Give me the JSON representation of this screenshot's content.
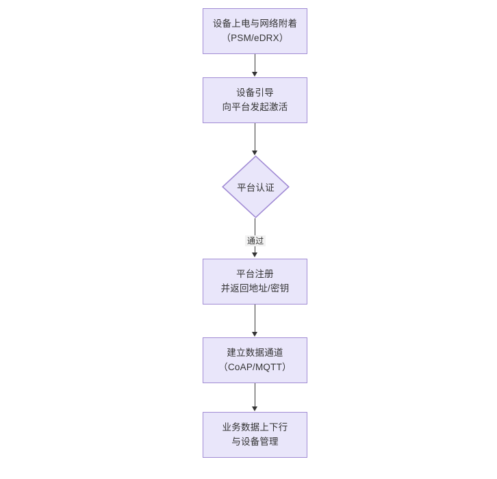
{
  "diagram": {
    "type": "flowchart",
    "orientation": "top-to-bottom",
    "title": "",
    "colors": {
      "node_fill": "#e9e6fa",
      "node_border": "#a08ad4",
      "text": "#333333",
      "edge": "#333333",
      "edge_label_background": "#f2f2f2",
      "canvas_background": "#ffffff"
    },
    "nodes": [
      {
        "id": "n1",
        "shape": "rectangle",
        "text": "设备上电与网络附着\n（PSM/eDRX）"
      },
      {
        "id": "n2",
        "shape": "rectangle",
        "text": "设备引导\n向平台发起激活"
      },
      {
        "id": "n3",
        "shape": "diamond",
        "text": "平台认证"
      },
      {
        "id": "n4",
        "shape": "rectangle",
        "text": "平台注册\n并返回地址/密钥"
      },
      {
        "id": "n5",
        "shape": "rectangle",
        "text": "建立数据通道\n（CoAP/MQTT）"
      },
      {
        "id": "n6",
        "shape": "rectangle",
        "text": "业务数据上下行\n与设备管理"
      }
    ],
    "edges": [
      {
        "id": "e1",
        "from": "n1",
        "to": "n2",
        "label": ""
      },
      {
        "id": "e2",
        "from": "n2",
        "to": "n3",
        "label": ""
      },
      {
        "id": "e3",
        "from": "n3",
        "to": "n4",
        "label": "通过"
      },
      {
        "id": "e4",
        "from": "n4",
        "to": "n5",
        "label": ""
      },
      {
        "id": "e5",
        "from": "n5",
        "to": "n6",
        "label": ""
      }
    ]
  }
}
